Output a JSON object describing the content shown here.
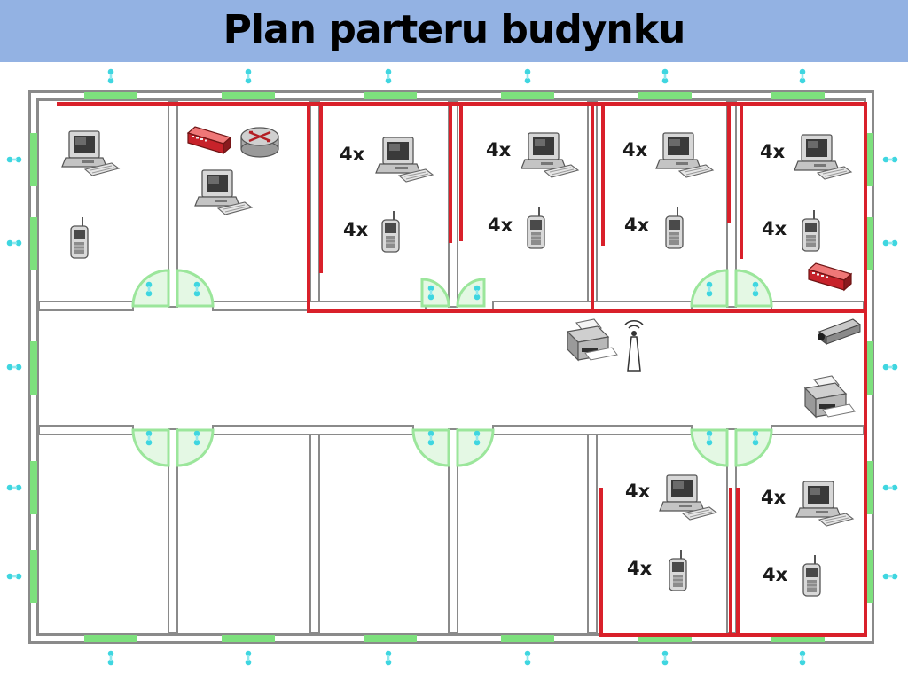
{
  "page": {
    "title": "Plan parteru budynku"
  },
  "colors": {
    "title_bar": "#93b2e3",
    "wall": "#8a8a8a",
    "window": "#7de07d",
    "door": "#9be69b",
    "cable": "#d9202a",
    "sensor": "#3fd6e0"
  },
  "rooms": [
    {
      "pc_label": "",
      "phone_label": ""
    },
    {
      "pc_label": "",
      "phone_label": ""
    },
    {
      "pc_label": "4x",
      "phone_label": "4x"
    },
    {
      "pc_label": "4x",
      "phone_label": "4x"
    },
    {
      "pc_label": "4x",
      "phone_label": "4x"
    },
    {
      "pc_label": "4x",
      "phone_label": "4x"
    },
    {
      "pc_label": "4x",
      "phone_label": "4x"
    },
    {
      "pc_label": "4x",
      "phone_label": "4x"
    }
  ],
  "icons": [
    "computer-icon",
    "phone-icon",
    "switch-icon",
    "router-icon",
    "printer-icon",
    "access-point-icon",
    "camera-icon"
  ]
}
